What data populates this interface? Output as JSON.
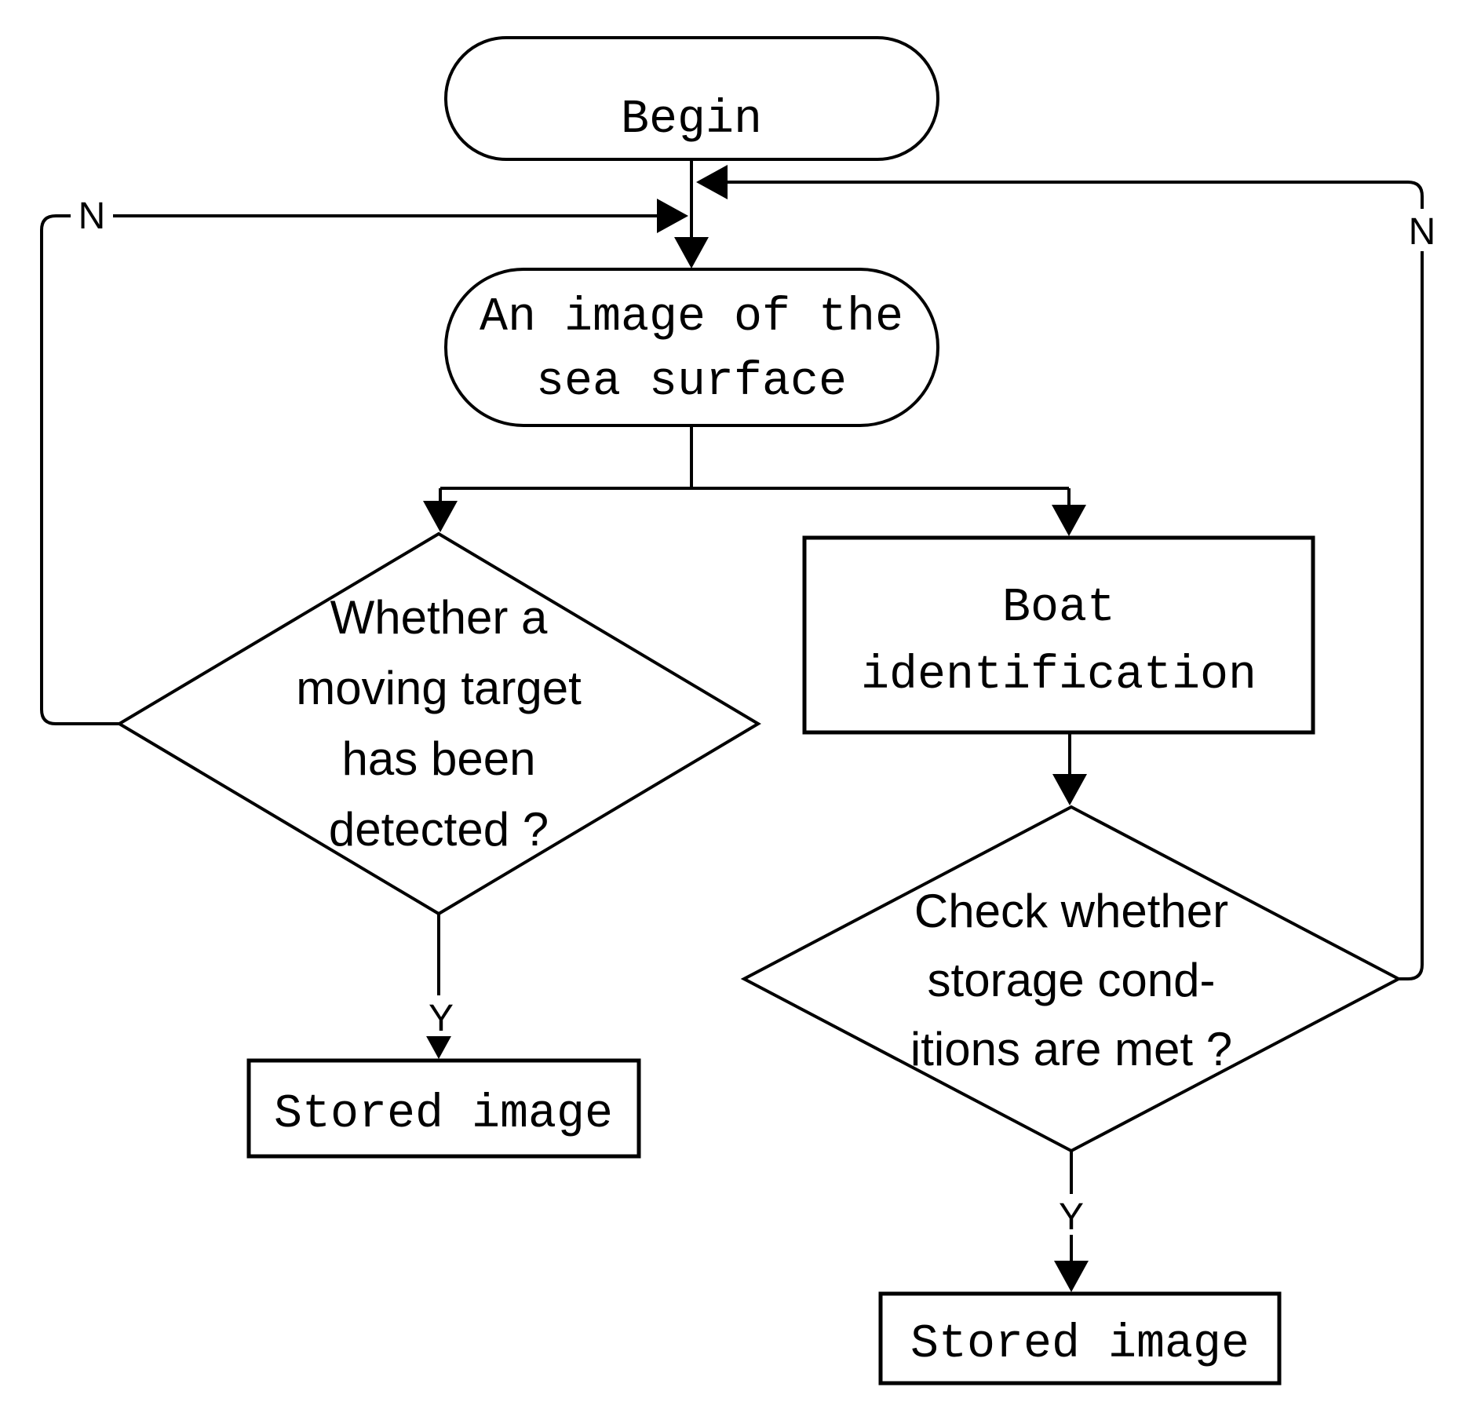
{
  "diagram": {
    "kind": "flowchart",
    "colors": {
      "background": "#ffffff",
      "line": "#000000",
      "text": "#000000"
    },
    "nodes": {
      "begin": {
        "type": "terminator",
        "lines": [
          "Begin"
        ]
      },
      "sea_image": {
        "type": "terminator",
        "lines": [
          "An image of the",
          "sea surface"
        ]
      },
      "moving_target_decision": {
        "type": "decision",
        "lines": [
          "Whether a",
          "moving target",
          "has been",
          "detected ?"
        ]
      },
      "boat_identification": {
        "type": "process",
        "lines": [
          "Boat",
          "identification"
        ]
      },
      "storage_condition_decision": {
        "type": "decision",
        "lines": [
          "Check whether",
          "storage cond-",
          "itions are met ?"
        ]
      },
      "stored_image_left": {
        "type": "process",
        "lines": [
          "Stored image"
        ]
      },
      "stored_image_right": {
        "type": "process",
        "lines": [
          "Stored image"
        ]
      }
    },
    "edge_labels": {
      "left_no": "N",
      "right_no": "N",
      "left_yes": "Y",
      "right_yes": "Y"
    }
  }
}
